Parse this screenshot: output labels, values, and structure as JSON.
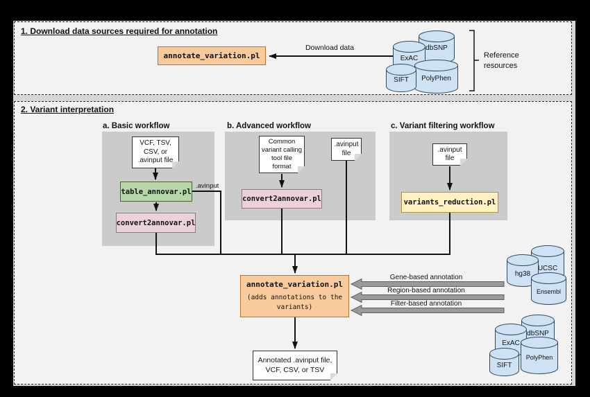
{
  "colors": {
    "process_orange": "#f9cb9c",
    "process_green": "#b6d7a8",
    "process_pink": "#ead1dc",
    "process_yellow": "#fff1c2",
    "database_blue": "#cfe2f3",
    "panel_gray": "#cbcbcb",
    "block_arrow_gray": "#9a9a9a"
  },
  "section1": {
    "title": "1. Download data sources required for annotation",
    "tool": "annotate_variation.pl",
    "download_arrow_label": "Download data",
    "reference_label": "Reference\nresources",
    "databases": [
      "ExAC",
      "dbSNP",
      "SIFT",
      "PolyPhen"
    ]
  },
  "section2": {
    "title": "2. Variant interpretation",
    "workflows": {
      "a": {
        "title": "a. Basic workflow",
        "input_file": "VCF, TSV,\nCSV, or\n.avinput file",
        "tool1": "table_annovar.pl",
        "avinput_label": ".avinput",
        "tool2": "convert2annovar.pl"
      },
      "b": {
        "title": "b. Advanced workflow",
        "input_file1": "Common\nvariant calling\ntool file\nformat",
        "input_file2": ".avinput\nfile",
        "tool": "convert2annovar.pl"
      },
      "c": {
        "title": "c. Variant filtering workflow",
        "input_file": ".avinput\nfile",
        "tool": "variants_reduction.pl"
      }
    },
    "central": {
      "tool": "annotate_variation.pl",
      "subtitle": "(adds annotations to the\nvariants)"
    },
    "annotation_arrows": [
      "Gene-based annotation",
      "Region-based annotation",
      "Filter-based annotation"
    ],
    "genome_databases": [
      "hg38",
      "UCSC",
      "Ensembl"
    ],
    "filter_databases": [
      "ExAC",
      "dbSNP",
      "SIFT",
      "PolyPhen"
    ],
    "output_file": "Annotated .avinput file,\nVCF, CSV, or TSV"
  }
}
